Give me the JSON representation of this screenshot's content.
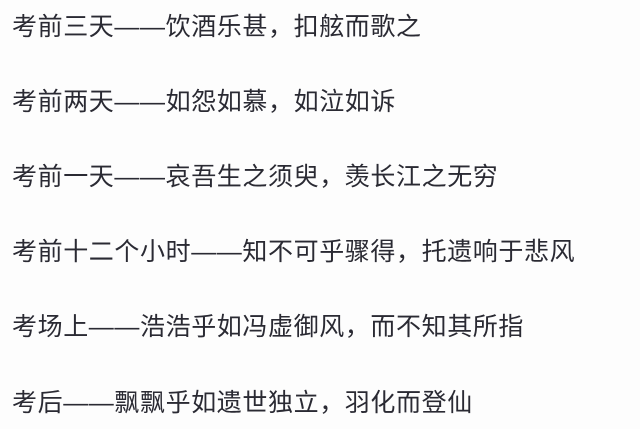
{
  "page": {
    "background_color": "#fdfdfd",
    "text_color": "#2a2a33"
  },
  "lines": [
    {
      "text": "考前三天——饮酒乐甚，扣舷而歌之"
    },
    {
      "text": "考前两天——如怨如慕，如泣如诉"
    },
    {
      "text": "考前一天——哀吾生之须臾，羡长江之无穷"
    },
    {
      "text": "考前十二个小时——知不可乎骤得，托遗响于悲风"
    },
    {
      "text": "考场上——浩浩乎如冯虚御风，而不知其所指"
    },
    {
      "text": "考后——飘飘乎如遗世独立，羽化而登仙"
    }
  ]
}
